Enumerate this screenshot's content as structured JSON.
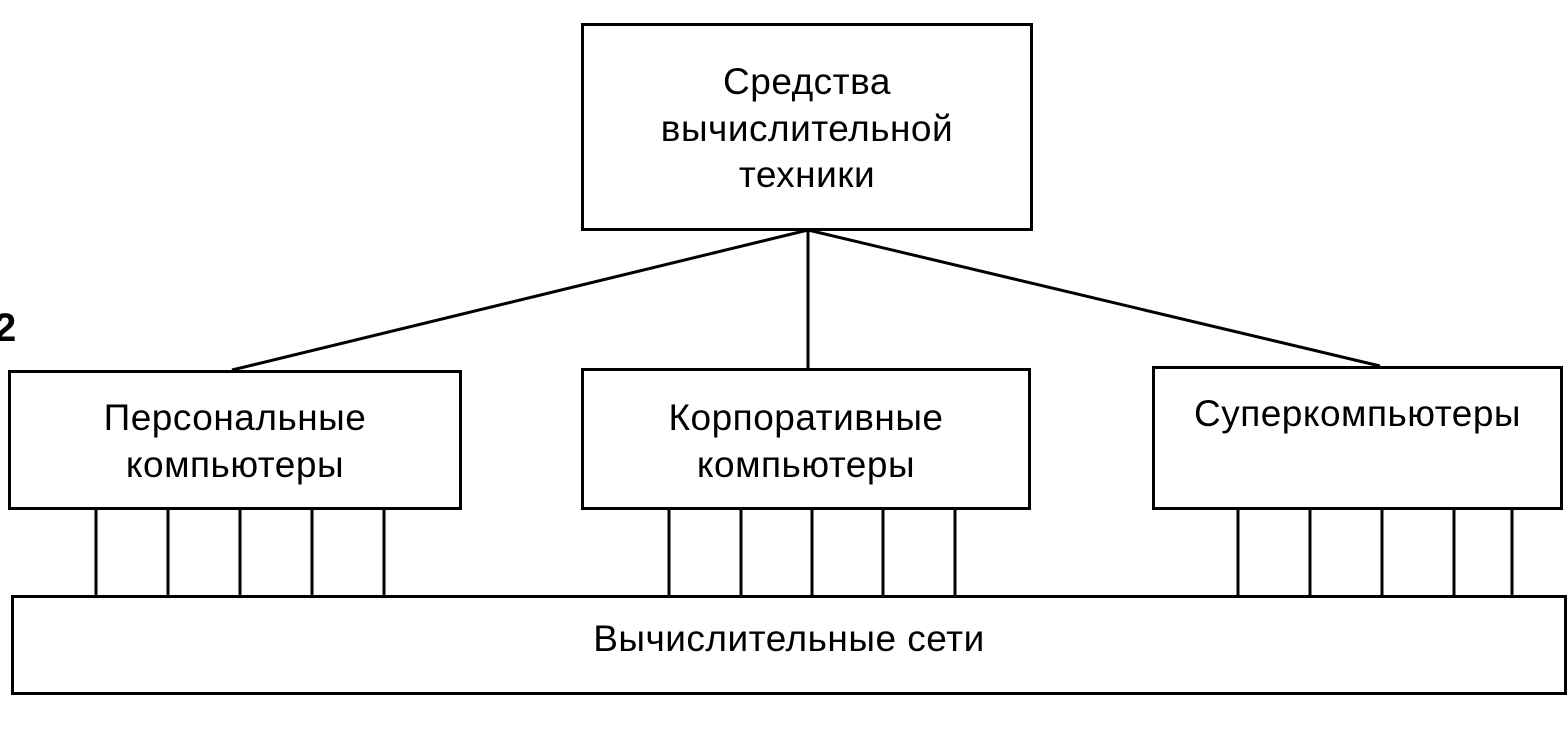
{
  "figure_number": "2",
  "nodes": {
    "root": "Средства\nвычислительной\nтехники",
    "personal": "Персональные\nкомпьютеры",
    "corporate": "Корпоративные\nкомпьютеры",
    "super": "Суперкомпьютеры",
    "network": "Вычислительные сети"
  },
  "edges": [
    [
      "root",
      "personal"
    ],
    [
      "root",
      "corporate"
    ],
    [
      "root",
      "super"
    ],
    [
      "personal",
      "network"
    ],
    [
      "corporate",
      "network"
    ],
    [
      "super",
      "network"
    ]
  ],
  "colors": {
    "line": "#000000",
    "background": "#ffffff"
  }
}
